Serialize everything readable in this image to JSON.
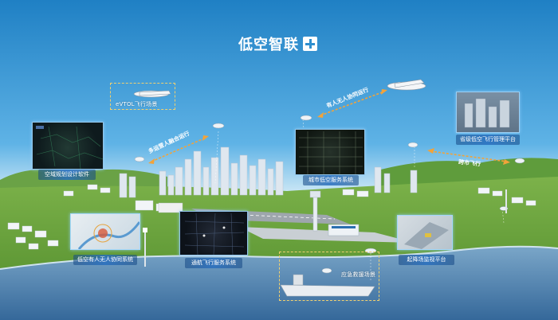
{
  "title": "低空智联",
  "labels": {
    "evtol": "eVTOL飞行场景",
    "airspace": "空域规划设计软件",
    "coop_system": "低空有人无人协同系统",
    "general_aviation": "通航飞行服务系统",
    "city_service": "城市低空服务系统",
    "provincial": "省级低空飞行管理平台",
    "emergency": "应急救援场景",
    "takeoff_monitor": "起降场监视平台"
  },
  "routes": {
    "multi_ops": "多运营人融合运行",
    "manned_unmanned": "有人无人协同运行",
    "cross_city": "跨市飞行"
  },
  "colors": {
    "sky": "#2f8fcf",
    "route_arrow": "#f2a33a",
    "highlight_border": "#f0d070",
    "panel_glow": "#a0d7ff"
  }
}
